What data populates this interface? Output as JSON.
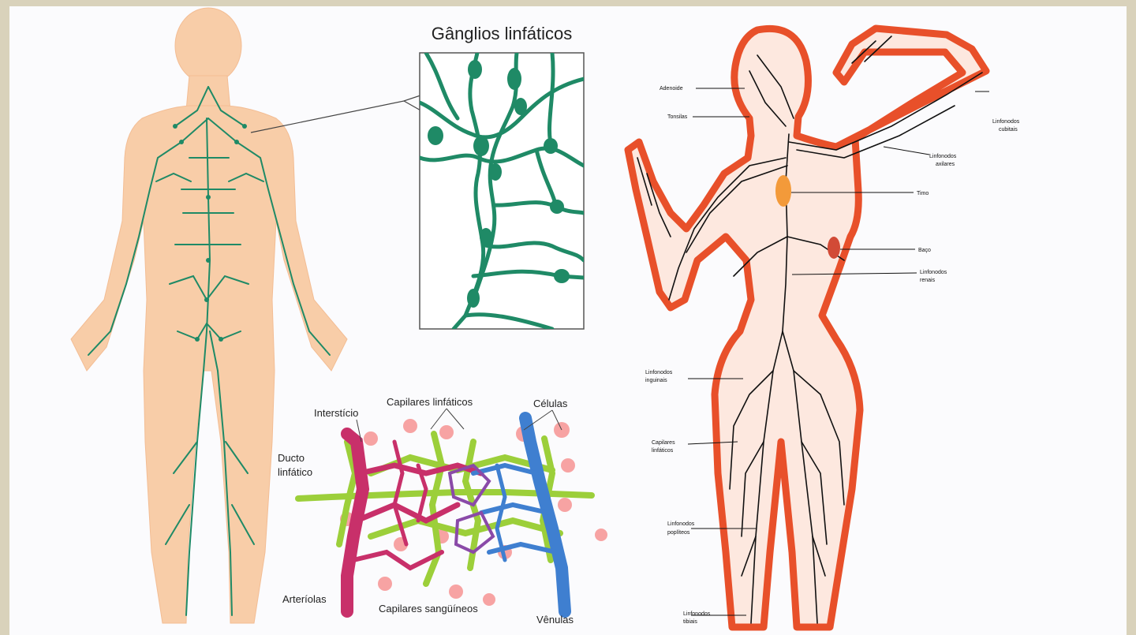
{
  "panels": {
    "inset_title": "Gânglios linfáticos",
    "microcirculation": {
      "labels": {
        "intersticio": "Interstício",
        "capilares_linfaticos": "Capilares linfáticos",
        "celulas": "Células",
        "ducto": "Ducto",
        "linfatico": "linfático",
        "arteriolas": "Arteríolas",
        "capilares_sanguineos": "Capilares sangüíneos",
        "venulas": "Vênulas"
      }
    },
    "female_body": {
      "labels": {
        "adenoide": "Adenoide",
        "tonsilas": "Tonsilas",
        "cubitais_1": "Linfonodos",
        "cubitais_2": "cubitais",
        "axilares_1": "Linfonodos",
        "axilares_2": "axilares",
        "timo": "Timo",
        "baco": "Baço",
        "renais_1": "Linfonodos",
        "renais_2": "renais",
        "inguinais_1": "Linfonodos",
        "inguinais_2": "inguinais",
        "capilares_1": "Capilares",
        "capilares_2": "linfáticos",
        "popliteos_1": "Linfonodos",
        "popliteos_2": "poplíteos",
        "tibiais_1": "Linfonodos",
        "tibiais_2": "tibiais"
      }
    }
  },
  "colors": {
    "frame_border": "#d9d2bb",
    "skin": "#f8cda8",
    "lymph_green": "#1f8a66",
    "body_red": "#e8502a",
    "artery": "#c8306a",
    "vein": "#3f7fd0",
    "lymph_capillary": "#9ccf3a"
  }
}
